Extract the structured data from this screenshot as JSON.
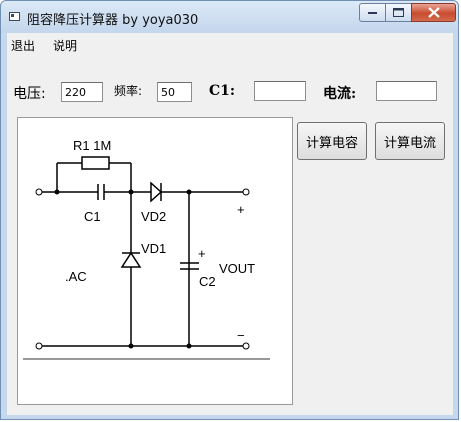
{
  "window": {
    "title": "阻容降压计算器 by yoya030"
  },
  "menu": {
    "items": [
      "退出",
      "说明"
    ]
  },
  "form": {
    "voltage_label": "电压:",
    "voltage_value": "220",
    "frequency_label": "频率:",
    "frequency_value": "50",
    "c1_label": "C1:",
    "c1_value": "",
    "current_label": "电流:",
    "current_value": ""
  },
  "buttons": {
    "calc_capacitance": "计算电容",
    "calc_current": "计算电流"
  },
  "circuit": {
    "r1": "R1 1M",
    "c1": "C1",
    "vd2": "VD2",
    "vd1": "VD1",
    "ac": ".AC",
    "c2": "C2",
    "vout": "VOUT",
    "plus_top": "+",
    "plus_c2": "+",
    "minus": "−"
  },
  "icons": {
    "app": "app-window-icon",
    "minimize": "minimize-icon",
    "maximize": "maximize-icon",
    "close": "close-icon"
  },
  "colors": {
    "close_button": "#c84b2f",
    "frame": "#c5d8ee"
  }
}
